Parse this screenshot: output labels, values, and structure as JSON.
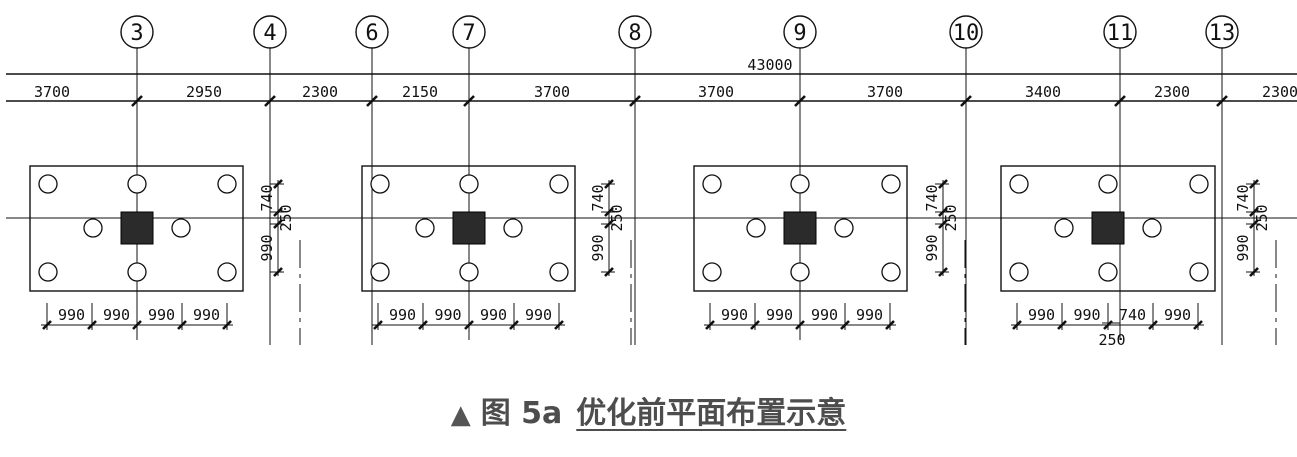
{
  "axes": [
    "3",
    "4",
    "6",
    "7",
    "8",
    "9",
    "10",
    "11",
    "13"
  ],
  "total_dimension": "43000",
  "spans": [
    "3700",
    "2950",
    "2300",
    "2150",
    "3700",
    "3700",
    "3700",
    "3400",
    "2300",
    "2300"
  ],
  "caps": [
    {
      "bottom_dims": [
        "990",
        "990",
        "990",
        "990"
      ],
      "side_dims": [
        "740",
        "250",
        "990"
      ]
    },
    {
      "bottom_dims": [
        "990",
        "990",
        "990",
        "990"
      ],
      "side_dims": [
        "740",
        "250",
        "990"
      ]
    },
    {
      "bottom_dims": [
        "990",
        "990",
        "990",
        "990"
      ],
      "side_dims": [
        "740",
        "250",
        "990"
      ]
    },
    {
      "bottom_dims": [
        "990",
        "990",
        "740",
        "990"
      ],
      "extra_dim": "250",
      "side_dims": [
        "740",
        "250",
        "990"
      ]
    }
  ],
  "caption": {
    "marker": "▲",
    "figure_number": "图 5a",
    "title": "优化前平面布置示意"
  }
}
